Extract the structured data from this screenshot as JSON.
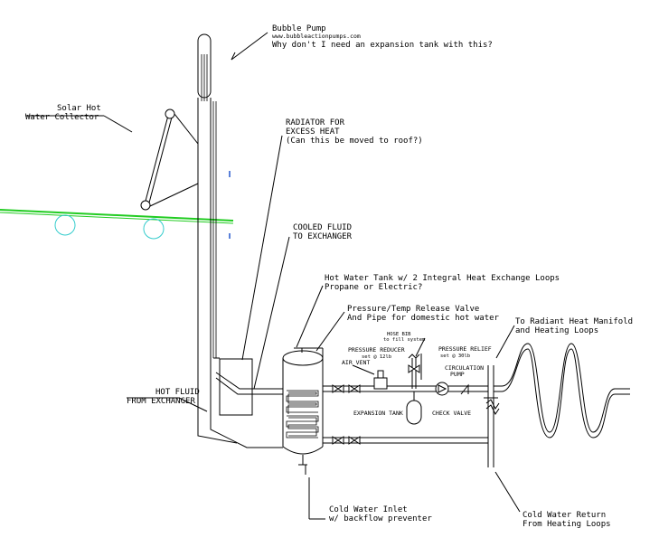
{
  "labels": {
    "bubble_pump_title": "Bubble Pump",
    "bubble_pump_url": "www.bubbleactionpumps.com",
    "bubble_pump_question": "Why don't I need an expansion tank with this?",
    "collector_line1": "Solar Hot",
    "collector_line2": "Water Collector",
    "radiator_line1": "RADIATOR FOR",
    "radiator_line2": "EXCESS HEAT",
    "radiator_line3": "(Can this be moved to roof?)",
    "cooled_line1": "COOLED FLUID",
    "cooled_line2": "TO EXCHANGER",
    "tank_line1": "Hot Water Tank w/ 2 Integral Heat Exchange Loops",
    "tank_line2": "Propane or Electric?",
    "ptrv_line1": "Pressure/Temp Release Valve",
    "ptrv_line2": "And Pipe for domestic hot water",
    "radiant_line1": "To Radiant Heat Manifold",
    "radiant_line2": "and Heating Loops",
    "hose_bib_line1": "HOSE BIB",
    "hose_bib_line2": "to fill system",
    "pressure_reducer_line1": "PRESSURE REDUCER",
    "pressure_reducer_line2": "set @ 12lb",
    "pressure_relief_line1": "PRESSURE RELIEF",
    "pressure_relief_line2": "set @ 30lb",
    "air_vent": "AIR VENT",
    "circulation_line1": "CIRCULATION",
    "circulation_line2": "PUMP",
    "expansion_tank": "EXPANSION TANK",
    "check_valve": "CHECK VALVE",
    "hot_fluid_line1": "HOT FLUID",
    "hot_fluid_line2": "FROM EXCHANGER",
    "cold_inlet_line1": "Cold Water Inlet",
    "cold_inlet_line2": "w/ backflow preventer",
    "cold_return_line1": "Cold Water Return",
    "cold_return_line2": "From Heating Loops"
  },
  "colors": {
    "line": "#000000",
    "roof": "#22cc22",
    "wheel": "#33cccc",
    "marker": "#2255cc"
  }
}
